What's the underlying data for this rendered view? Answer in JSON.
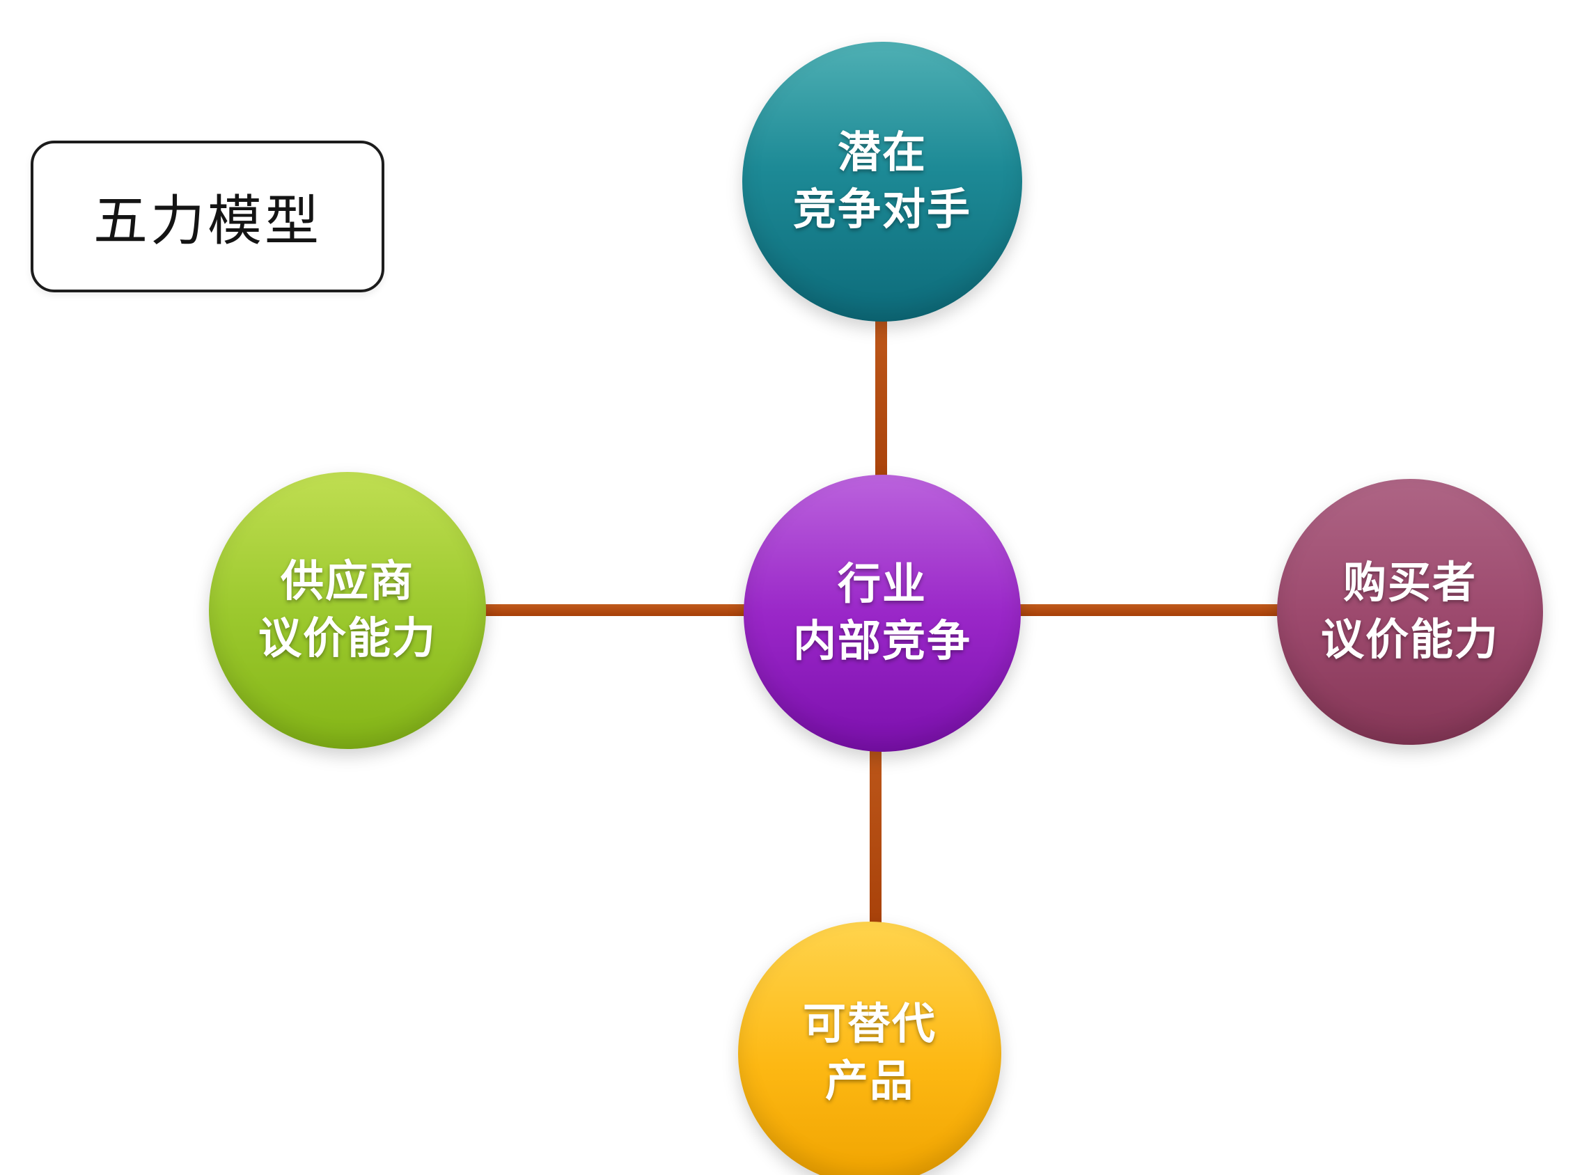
{
  "title": {
    "label": "五力模型"
  },
  "nodes": {
    "top": {
      "line1": "潜在",
      "line2": "竞争对手",
      "color": "#1d8a96"
    },
    "center": {
      "line1": "行业",
      "line2": "内部竞争",
      "color": "#9a27c8"
    },
    "left": {
      "line1": "供应商",
      "line2": "议价能力",
      "color": "#9cc92e"
    },
    "right": {
      "line1": "购买者",
      "line2": "议价能力",
      "color": "#9d4a6e"
    },
    "bottom": {
      "line1": "可替代",
      "line2": "产品",
      "color": "#fdb813"
    }
  },
  "connector_color": "#b34b10"
}
